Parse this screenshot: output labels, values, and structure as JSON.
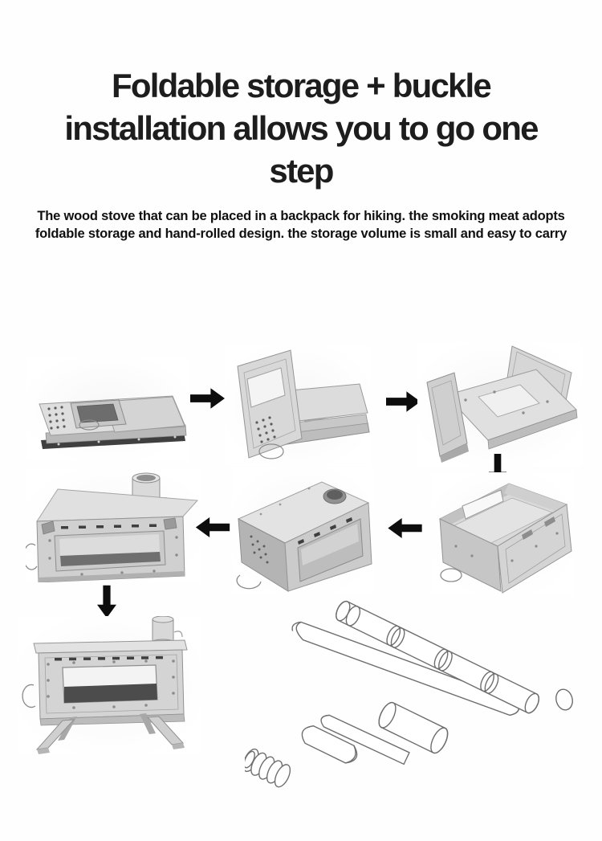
{
  "header": {
    "title": "Foldable storage + buckle installation allows you to go one step",
    "description": "The wood stove that can be placed in a backpack for hiking. the smoking meat adopts foldable storage and hand-rolled design. the storage volume is small and easy to carry"
  },
  "diagram": {
    "steps": [
      {
        "id": 1,
        "name": "stove-folded-flat"
      },
      {
        "id": 2,
        "name": "stove-unfolding-door-and-top-plate"
      },
      {
        "id": 3,
        "name": "stove-open-tray-sides-raised"
      },
      {
        "id": 4,
        "name": "stove-box-open-top"
      },
      {
        "id": 5,
        "name": "stove-closed-box-with-flue-hole"
      },
      {
        "id": 6,
        "name": "stove-assembled-with-flue-collar"
      },
      {
        "id": 7,
        "name": "stove-complete-with-legs-and-chimney"
      },
      {
        "id": 8,
        "name": "chimney-pipe-roll-up-parts-sketch"
      }
    ],
    "arrows": [
      {
        "icon": "arrow-right-icon",
        "from": 1,
        "to": 2
      },
      {
        "icon": "arrow-right-icon",
        "from": 2,
        "to": 3
      },
      {
        "icon": "arrow-down-icon",
        "from": 3,
        "to": 4
      },
      {
        "icon": "arrow-left-icon",
        "from": 4,
        "to": 5
      },
      {
        "icon": "arrow-left-icon",
        "from": 5,
        "to": 6
      },
      {
        "icon": "arrow-down-icon",
        "from": 6,
        "to": 7
      }
    ]
  },
  "colors": {
    "background": "#fefefe",
    "title_text": "#1d1d1d",
    "body_text": "#101010",
    "arrow": "#0d0d0d",
    "metal_light": "#e4e4e4",
    "metal_mid": "#cfcfcf",
    "metal_dark": "#9b9b9b",
    "sketch_line": "#6e6e6e"
  }
}
